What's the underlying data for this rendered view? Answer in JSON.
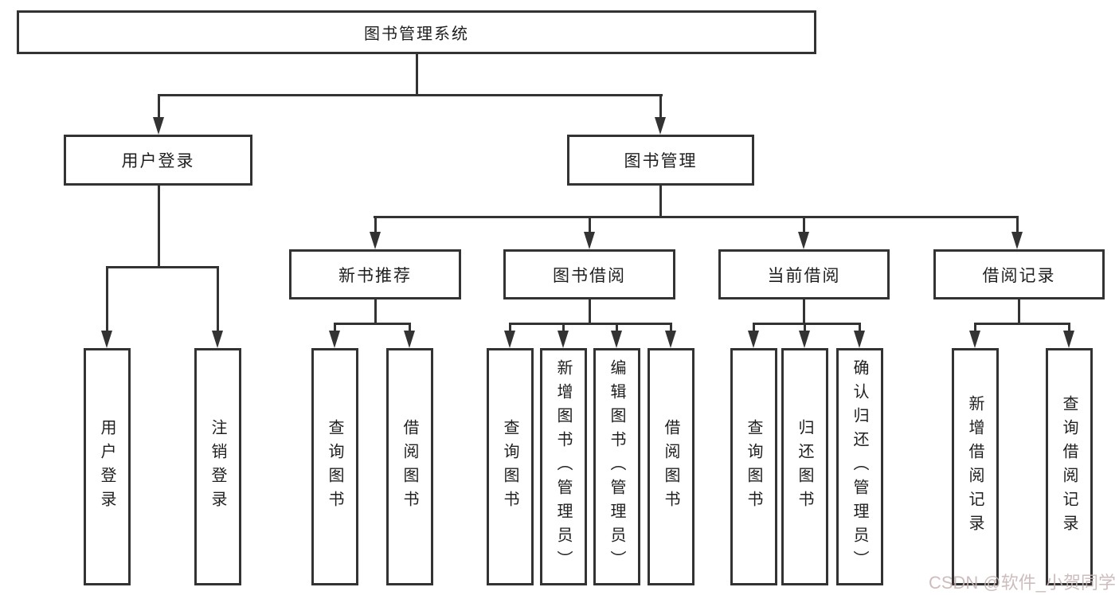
{
  "tree": {
    "label": "图书管理系统",
    "children": [
      {
        "label": "用户登录",
        "children": [
          {
            "label": "用户登录"
          },
          {
            "label": "注销登录"
          }
        ]
      },
      {
        "label": "图书管理",
        "children": [
          {
            "label": "新书推荐",
            "children": [
              {
                "label": "查询图书"
              },
              {
                "label": "借阅图书"
              }
            ]
          },
          {
            "label": "图书借阅",
            "children": [
              {
                "label": "查询图书"
              },
              {
                "label": "新增图书（管理员）"
              },
              {
                "label": "编辑图书（管理员）"
              },
              {
                "label": "借阅图书"
              }
            ]
          },
          {
            "label": "当前借阅",
            "children": [
              {
                "label": "查询图书"
              },
              {
                "label": "归还图书"
              },
              {
                "label": "确认归还（管理员）"
              }
            ]
          },
          {
            "label": "借阅记录",
            "children": [
              {
                "label": "新增借阅记录"
              },
              {
                "label": "查询借阅记录"
              }
            ]
          }
        ]
      }
    ]
  },
  "watermark": "CSDN @软件_小贺同学",
  "colors": {
    "line": "#333333",
    "box_background": "#ffffff",
    "text": "#1f1f1f",
    "watermark": "#c9b6b6"
  }
}
